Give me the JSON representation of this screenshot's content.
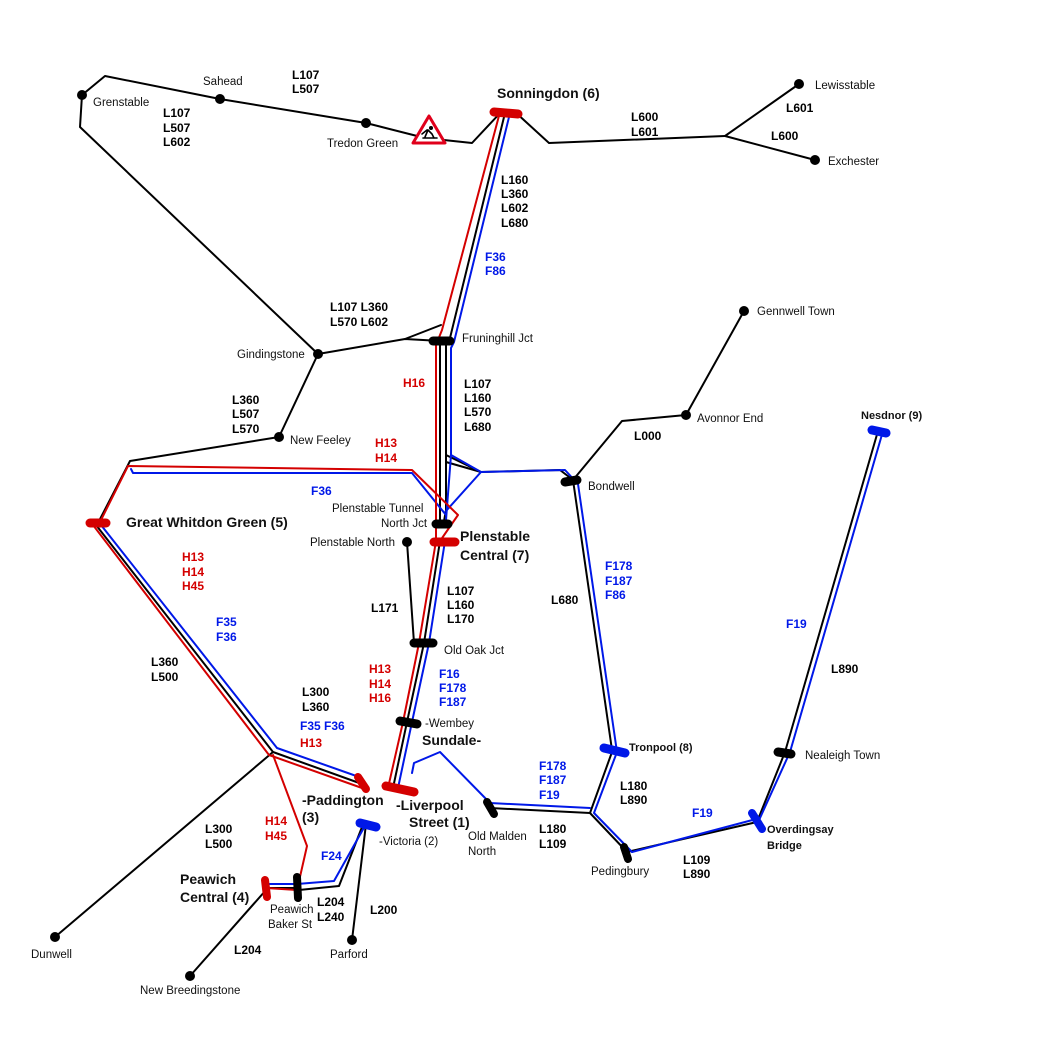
{
  "colors": {
    "local": "#000000",
    "fast": "#0018e8",
    "heavy": "#d40000"
  },
  "icons": {
    "works": "roadworks-warning-sign-icon"
  },
  "stations": {
    "grenstable": "Grenstable",
    "sahead": "Sahead",
    "tredon_green": "Tredon Green",
    "sonningdon": "Sonningdon (6)",
    "lewisstable": "Lewisstable",
    "exchester": "Exchester",
    "gindingstone": "Gindingstone",
    "fruninghill_jct": "Fruninghill Jct",
    "gennwell_town": "Gennwell Town",
    "avonnor_end": "Avonnor End",
    "new_feeley": "New Feeley",
    "bondwell": "Bondwell",
    "nesdnor": "Nesdnor (9)",
    "great_whitdon_green": "Great Whitdon Green (5)",
    "plenstable_tunnel_north_jct_1": "Plenstable Tunnel",
    "plenstable_tunnel_north_jct_2": "North Jct",
    "plenstable_central_1": "Plenstable",
    "plenstable_central_2": "Central (7)",
    "plenstable_north": "Plenstable North",
    "old_oak_jct": "Old Oak Jct",
    "wembey": "-Wembey",
    "sundale": "Sundale-",
    "tronpool": "Tronpool (8)",
    "nealeigh_town": "Nealeigh Town",
    "paddington_1": "-Paddington",
    "paddington_2": "(3)",
    "liverpool_street_1": "-Liverpool",
    "liverpool_street_2": "Street (1)",
    "victoria": "-Victoria (2)",
    "old_malden_north_1": "Old Malden",
    "old_malden_north_2": "North",
    "pedingbury": "Pedingbury",
    "overdingsay_bridge_1": "Overdingsay",
    "overdingsay_bridge_2": "Bridge",
    "peawich_central_1": "Peawich",
    "peawich_central_2": "Central (4)",
    "peawich_baker_st_1": "Peawich",
    "peawich_baker_st_2": "Baker St",
    "dunwell": "Dunwell",
    "parford": "Parford",
    "new_breedingstone": "New Breedingstone"
  },
  "routes": {
    "sahead_tredon": [
      "L107",
      "L507"
    ],
    "grenstable_tredon": [
      "L107",
      "L507",
      "L602"
    ],
    "sonningdon_exchester_trunk": [
      "L600",
      "L601"
    ],
    "lewisstable": [
      "L601"
    ],
    "exchester": [
      "L600"
    ],
    "sonningdon_fruninghill_local": [
      "L160",
      "L360",
      "L602",
      "L680"
    ],
    "sonningdon_fruninghill_fast": [
      "F36",
      "F86"
    ],
    "gindingstone_fruninghill": [
      "L107 L360",
      "L570 L602"
    ],
    "fruninghill_plenstable_heavy": [
      "H16"
    ],
    "fruninghill_plenstable_local": [
      "L107",
      "L160",
      "L570",
      "L680"
    ],
    "avonnor_bondwell": [
      "L000"
    ],
    "new_feeley_gindingstone": [
      "L360",
      "L507",
      "L570"
    ],
    "whitdon_plenstable_heavy": [
      "H13",
      "H14"
    ],
    "whitdon_plenstable_fast": [
      "F36"
    ],
    "whitdon_south_heavy": [
      "H13",
      "H14",
      "H45"
    ],
    "whitdon_south_fast": [
      "F35",
      "F36"
    ],
    "bondwell_tronpool_fast": [
      "F178",
      "F187",
      "F86"
    ],
    "bondwell_tronpool_local": [
      "L680"
    ],
    "nesdnor_overdingsay_fast": [
      "F19"
    ],
    "nesdnor_overdingsay_local": [
      "L890"
    ],
    "plenstable_oldoak_local": [
      "L107",
      "L160",
      "L170"
    ],
    "plenstable_north_local": [
      "L171"
    ],
    "whitdon_junction_local": [
      "L360",
      "L500"
    ],
    "oldoak_liverpool_heavy": [
      "H13",
      "H14",
      "H16"
    ],
    "oldoak_liverpool_fast": [
      "F16",
      "F178",
      "F187"
    ],
    "junction_paddington_local": [
      "L300",
      "L360"
    ],
    "junction_paddington_fast": [
      "F35 F36"
    ],
    "junction_paddington_heavy": [
      "H13"
    ],
    "sundale_pedingbury_fast": [
      "F178",
      "F187",
      "F19"
    ],
    "tronpool_pedingbury_local": [
      "L180",
      "L890"
    ],
    "pedingbury_overdingsay_fast": [
      "F19"
    ],
    "liverpool_oldmalden_local": [
      "L180",
      "L109"
    ],
    "pedingbury_overdingsay_local": [
      "L109",
      "L890"
    ],
    "dunwell_junction_local": [
      "L300",
      "L500"
    ],
    "paddington_peawich_heavy": [
      "H14",
      "H45"
    ],
    "victoria_peawich_fast": [
      "F24"
    ],
    "baker_st_victoria_local": [
      "L204",
      "L240"
    ],
    "parford_local": [
      "L200"
    ],
    "new_breedingstone_local": [
      "L204"
    ]
  }
}
